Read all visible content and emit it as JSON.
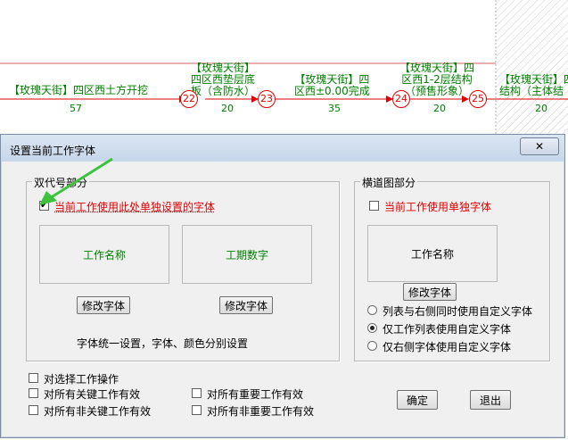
{
  "network": {
    "tasks": [
      {
        "label": "【玫瑰天街】四区西土方开挖",
        "duration": "57"
      },
      {
        "label": "【玫瑰天街】\n四区西垫层底\n板（含防水）",
        "duration": "20"
      },
      {
        "label": "【玫瑰天街】四\n区西±0.00完成",
        "duration": "35"
      },
      {
        "label": "【玫瑰天街】四\n区西1-2层结构\n（预售形象）",
        "duration": "20"
      },
      {
        "label": "【玫瑰天街】四\n结构（主体结",
        "duration": "20"
      }
    ],
    "nodes": [
      "22",
      "23",
      "24",
      "25"
    ]
  },
  "dialog": {
    "title": "设置当前工作字体",
    "close_label": "✕",
    "left_group": {
      "legend": "双代号部分",
      "use_own_font_label": "当前工作使用此处单独设置的字体",
      "use_own_font_checked": true,
      "work_name_preview": "工作名称",
      "duration_preview": "工期数字",
      "modify_font_label_1": "修改字体",
      "modify_font_label_2": "修改字体",
      "note": "字体统一设置，字体、颜色分别设置"
    },
    "right_group": {
      "legend": "横道图部分",
      "use_own_font_label": "当前工作使用单独字体",
      "use_own_font_checked": false,
      "work_name_preview": "工作名称",
      "modify_font_label": "修改字体",
      "radio_options": [
        "列表与右侧同时使用自定义字体",
        "仅工作列表使用自定义字体",
        "仅右侧字体使用自定义字体"
      ],
      "radio_selected": 1
    },
    "scope_options": {
      "selected_work": "对选择工作操作",
      "all_key": "对所有关键工作有效",
      "all_nonkey": "对所有非关键工作有效",
      "all_important": "对所有重要工作有效",
      "all_nonimportant": "对所有非重要工作有效"
    },
    "ok_label": "确定",
    "exit_label": "退出"
  }
}
